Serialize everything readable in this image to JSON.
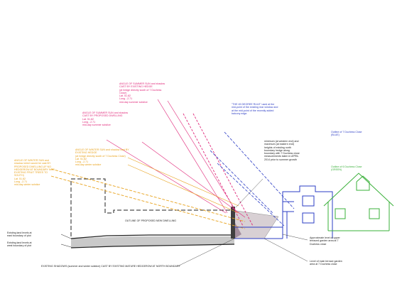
{
  "colors": {
    "summer_sun": "#e0287a",
    "winter_sun": "#e8a21c",
    "rule_45": "#2b3cc4",
    "outline_no6": "#3ab03a",
    "ground": "#222222",
    "shadow_fill": "#9a9a9a"
  },
  "labels": {
    "summer_hedge": "ANGLE OF SUMMER SUN and shadow\nCAST BY EXISTING HEDGE\n(at hedge directly south of 7 Duchess\nClose)\nLat. 51.82\nLong. -2.71\nmid-day summer solstice",
    "summer_dwelling": "ANGLE OF SUMMER SUN and shadow\nCAST BY PROPOSED DWELLING\nLat. 51.82\nLong. -2.71\nmid-day summer solstice",
    "winter_hedge": "ANGLE OF WINTER SUN and shadow cast BY\nEXISTING HEDGE\n(at hedge directly south of 7 Duchess Close)\nLat. 51.82\nLong. -2.71\nmid-day winter solstice",
    "winter_dwelling": "ANGLE OF WINTER SUN and\nshadow which would be cast BY\nPROPOSED DWELLING (IF NO\nHEDGEROW AT BOUNDARY NOR\nEXISTING FRUIT TREES TO\nSOUTH)\nLat. 51.82\nLong. -2.71\nmid-day winter solstice",
    "rule_45": "\"THE 45 DEGREE RULE\" used at the\nmid-point of the existing rear window and\nat the mid-point of the recently added\nbalcony edge.",
    "hedge_heights": "minimum (at western end) and\nmaximum (at eastern end)\nheights of existing north\nboundary hedge along\nboundary with 7 Duchess close\nmeasurements taken in APRIL\n2014 prior to summer growth",
    "outline_no7": "Outline of 7 Duchess Close\n(BLUE)",
    "outline_no6": "Outline of 6 Duchess Close\n(GREEN)",
    "proposed_outline": "OUTLINE OF PROPOSED NEW DWELLING",
    "land_east": "Existing land levels at\neast boundary of plot",
    "land_west": "Existing land levels at\nwest boundary of plot",
    "upper_terrace": "Approximate level of upper\nterraced garden area at 7\nDuchess close",
    "main_terrace": "Level of main terrace garden\narea at 7 Duchess close",
    "existing_shadows": "EXISTING SHADOWS (summer and winter solstice) CAST BY EXISTING MATURE HEDGEROW AT NORTH BOUNDARY"
  }
}
